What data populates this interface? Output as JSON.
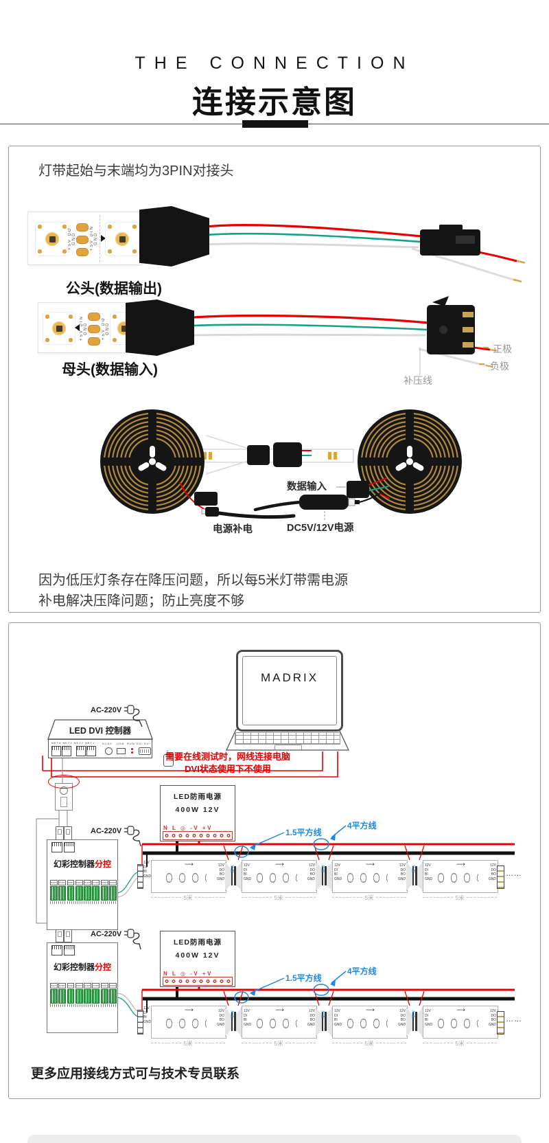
{
  "header": {
    "title_en": "THE CONNECTION",
    "title_zh": "连接示意图"
  },
  "panel1": {
    "intro": "灯带起始与末端均为3PIN对接头",
    "male_label": "公头(数据输出)",
    "female_label": "母头(数据输入)",
    "pads_out": "+5V DO GND",
    "pads_in": "+5V DIN GND",
    "positive": "正极",
    "negative": "负极",
    "booster_wire": "补压线",
    "data_in": "数据输入",
    "power_inject": "电源补电",
    "power_source": "DC5V/12V电源",
    "note1": "因为低压灯条存在降压问题，所以每5米灯带需电源",
    "note2": "补电解决压降问题；防止亮度不够"
  },
  "panel2": {
    "ac": "AC-220V",
    "dvi_title": "LED DVI 控制器",
    "net_labels": "NET4 NET3 NET2 NET1",
    "dc5v": "DC5V",
    "usb": "USB",
    "run": "RUN DVI",
    "dvi": "DVI",
    "laptop": "MADRIX",
    "warn1": "需要在线测试时，网线连接电脑",
    "warn2": "DVI状态使用下不使用",
    "psu_title": "LED防雨电源",
    "psu_spec": "400W  12V",
    "psu_terms": "N L ◎ -V  +V",
    "ctrl_name": "幻彩控制器",
    "ctrl_sub": "分控",
    "ports": [
      "PORT1",
      "PORT2",
      "PORT3",
      "PORT4",
      "PORT5",
      "PORT6",
      "PORT7",
      "PORT8"
    ],
    "wire_thin": "1.5平方线",
    "wire_thick": "4平方线",
    "pins_in": "12V\nDI\nBI\nGND",
    "pins_out": "12V\nDO\nBO\nGND",
    "seg_len": "5米",
    "dots": "……",
    "bowtie": "对接",
    "footer": "更多应用接线方式可与技术专员联系"
  },
  "colors": {
    "wire_red": "#e60000",
    "wire_green": "#11a388",
    "wire_white": "#dddddd",
    "gold": "#d9a441",
    "blue_label": "#1e88e5",
    "port_green": "#2f9e44"
  }
}
